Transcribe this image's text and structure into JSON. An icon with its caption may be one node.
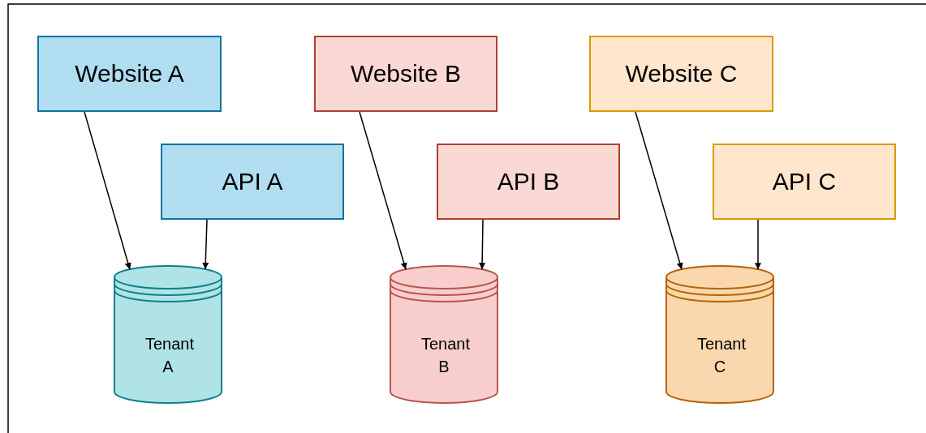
{
  "diagram": {
    "nodes": [
      {
        "text": [
          "Website A"
        ]
      },
      {
        "text": [
          "API A"
        ]
      },
      {
        "text": [
          "Tenant A"
        ]
      },
      {
        "text": [
          "Website B"
        ]
      },
      {
        "text": [
          "API B"
        ]
      },
      {
        "text": [
          "Tenant B"
        ]
      },
      {
        "text": [
          "Website C"
        ]
      },
      {
        "text": [
          "API C"
        ]
      },
      {
        "text": [
          "Tenant C"
        ]
      }
    ],
    "edges": [
      {
        "from": 0,
        "to": 2,
        "arrow": "to"
      },
      {
        "from": 1,
        "to": 2,
        "arrow": "to"
      },
      {
        "from": 3,
        "to": 5,
        "arrow": "to"
      },
      {
        "from": 4,
        "to": 5,
        "arrow": "to"
      },
      {
        "from": 6,
        "to": 8,
        "arrow": "to"
      },
      {
        "from": 7,
        "to": 8,
        "arrow": "to"
      }
    ]
  }
}
